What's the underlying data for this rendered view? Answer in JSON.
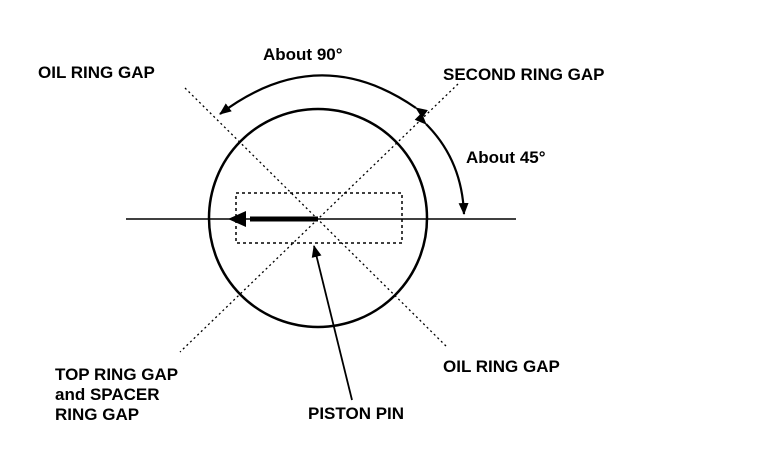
{
  "labels": {
    "oil_ring_gap_top": "OIL RING GAP",
    "second_ring_gap": "SECOND RING GAP",
    "about_90": "About 90°",
    "about_45": "About 45°",
    "top_ring_line1": "TOP RING GAP",
    "top_ring_line2": "and SPACER",
    "top_ring_line3": "RING GAP",
    "oil_ring_gap_bottom": "OIL RING GAP",
    "piston_pin": "PISTON PIN"
  },
  "colors": {
    "ink": "#000000",
    "background": "#ffffff"
  }
}
